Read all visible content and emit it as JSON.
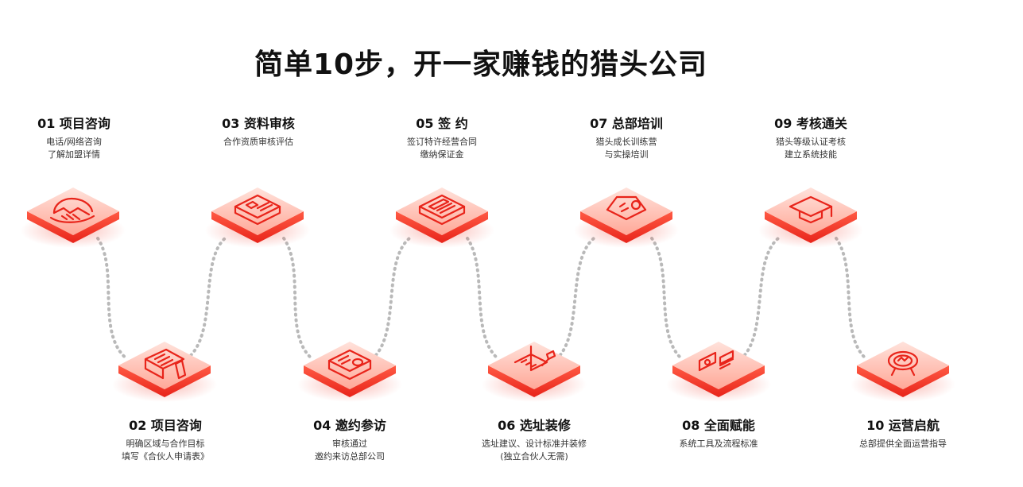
{
  "title": "简单10步，开一家赚钱的猎头公司",
  "steps": [
    {
      "number": "01",
      "name": "项目咨询",
      "heading": "01 项目咨询",
      "lines": [
        "电话/网络咨询",
        "了解加盟详情"
      ],
      "icon": "handshake-icon"
    },
    {
      "number": "02",
      "name": "项目咨询",
      "heading": "02 项目咨询",
      "lines": [
        "明确区域与合作目标",
        "填写《合伙人申请表》"
      ],
      "icon": "document-pen-icon"
    },
    {
      "number": "03",
      "name": "资料审核",
      "heading": "03 资料审核",
      "lines": [
        "合作资质审核评估"
      ],
      "icon": "id-card-icon"
    },
    {
      "number": "04",
      "name": "邀约参访",
      "heading": "04 邀约参访",
      "lines": [
        "审核通过",
        "邀约来访总部公司"
      ],
      "icon": "invitation-icon"
    },
    {
      "number": "05",
      "name": "签 约",
      "heading": "05 签 约",
      "lines": [
        "签订特许经营合同",
        "缴纳保证金"
      ],
      "icon": "contract-icon"
    },
    {
      "number": "06",
      "name": "选址装修",
      "heading": "06 选址装修",
      "lines": [
        "选址建议、设计标准并装修",
        "(独立合伙人无需)"
      ],
      "icon": "building-brush-icon"
    },
    {
      "number": "07",
      "name": "总部培训",
      "heading": "07 总部培训",
      "lines": [
        "猎头成长训练营",
        "与实操培训"
      ],
      "icon": "training-icon"
    },
    {
      "number": "08",
      "name": "全面赋能",
      "heading": "08 全面赋能",
      "lines": [
        "系统工具及流程标准"
      ],
      "icon": "toolkit-icon"
    },
    {
      "number": "09",
      "name": "考核通关",
      "heading": "09 考核通关",
      "lines": [
        "猎头等级认证考核",
        "建立系统技能"
      ],
      "icon": "graduation-cap-icon"
    },
    {
      "number": "10",
      "name": "运营启航",
      "heading": "10 运营启航",
      "lines": [
        "总部提供全面运营指导"
      ],
      "icon": "award-badge-icon"
    }
  ],
  "colors": {
    "accent": "#f0362a",
    "tile_light": "#ffd9d2",
    "tile_mid": "#ff8a78",
    "connector": "#b9b9b9"
  }
}
